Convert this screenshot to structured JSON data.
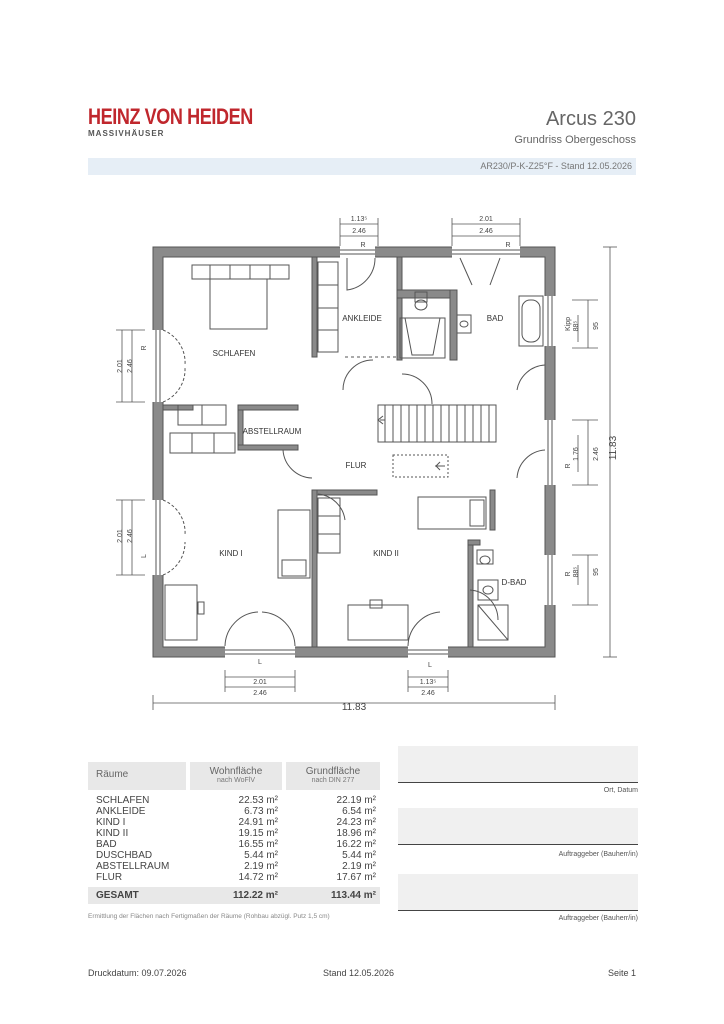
{
  "header": {
    "logo_main": "HEINZ VON HEIDEN",
    "logo_sub": "MASSIVHÄUSER",
    "title": "Arcus 230",
    "subtitle": "Grundriss Obergeschoss",
    "reference": "AR230/P-K-Z25°F - Stand 12.05.2026"
  },
  "plan": {
    "rooms": {
      "schlafen": "SCHLAFEN",
      "ankleide": "ANKLEIDE",
      "bad": "BAD",
      "abstellraum": "ABSTELLRAUM",
      "flur": "FLUR",
      "kind1": "KIND I",
      "kind2": "KIND II",
      "dbad": "D-BAD"
    },
    "dims": {
      "top_ankleide_a": "1.13⁵",
      "top_ankleide_b": "2.46",
      "top_bad_a": "2.01",
      "top_bad_b": "2.46",
      "left_schlafen_a": "2.01",
      "left_schlafen_b": "2.46",
      "left_kind_a": "2.01",
      "left_kind_b": "2.46",
      "bottom_kind_a": "2.01",
      "bottom_kind_b": "2.46",
      "bottom_kind2_a": "1.13⁵",
      "bottom_kind2_b": "2.46",
      "overall_width": "11.83",
      "overall_height": "11.83",
      "right_flur_a": "1.76",
      "right_flur_b": "2.46",
      "right_bad_sill": "88⁵",
      "right_bad_h": "95",
      "right_bad_tag": "Kipp",
      "right_dbad_sill": "88⁵",
      "right_dbad_h": "95",
      "mark_r": "R",
      "mark_l": "L"
    }
  },
  "table": {
    "header_rooms": "Räume",
    "header_wohn": "Wohnfläche",
    "header_wohn_sub": "nach WoFlV",
    "header_grund": "Grundfläche",
    "header_grund_sub": "nach DIN 277",
    "rows": [
      {
        "name": "SCHLAFEN",
        "wohn": "22.53 m²",
        "grund": "22.19 m²"
      },
      {
        "name": "ANKLEIDE",
        "wohn": "6.73 m²",
        "grund": "6.54 m²"
      },
      {
        "name": "KIND I",
        "wohn": "24.91 m²",
        "grund": "24.23 m²"
      },
      {
        "name": "KIND II",
        "wohn": "19.15 m²",
        "grund": "18.96 m²"
      },
      {
        "name": "BAD",
        "wohn": "16.55 m²",
        "grund": "16.22 m²"
      },
      {
        "name": "DUSCHBAD",
        "wohn": "5.44 m²",
        "grund": "5.44 m²"
      },
      {
        "name": "ABSTELLRAUM",
        "wohn": "2.19 m²",
        "grund": "2.19 m²"
      },
      {
        "name": "FLUR",
        "wohn": "14.72 m²",
        "grund": "17.67 m²"
      }
    ],
    "total_label": "GESAMT",
    "total_wohn": "112.22 m²",
    "total_grund": "113.44 m²",
    "note": "Ermittlung der Flächen nach Fertigmaßen der Räume (Rohbau abzügl. Putz 1,5 cm)"
  },
  "signatures": {
    "label1": "Ort, Datum",
    "label2": "Auftraggeber (Bauherr/in)",
    "label3": "Auftraggeber (Bauherr/in)"
  },
  "footer": {
    "print_date": "Druckdatum: 09.07.2026",
    "stand": "Stand 12.05.2026",
    "page": "Seite 1"
  }
}
